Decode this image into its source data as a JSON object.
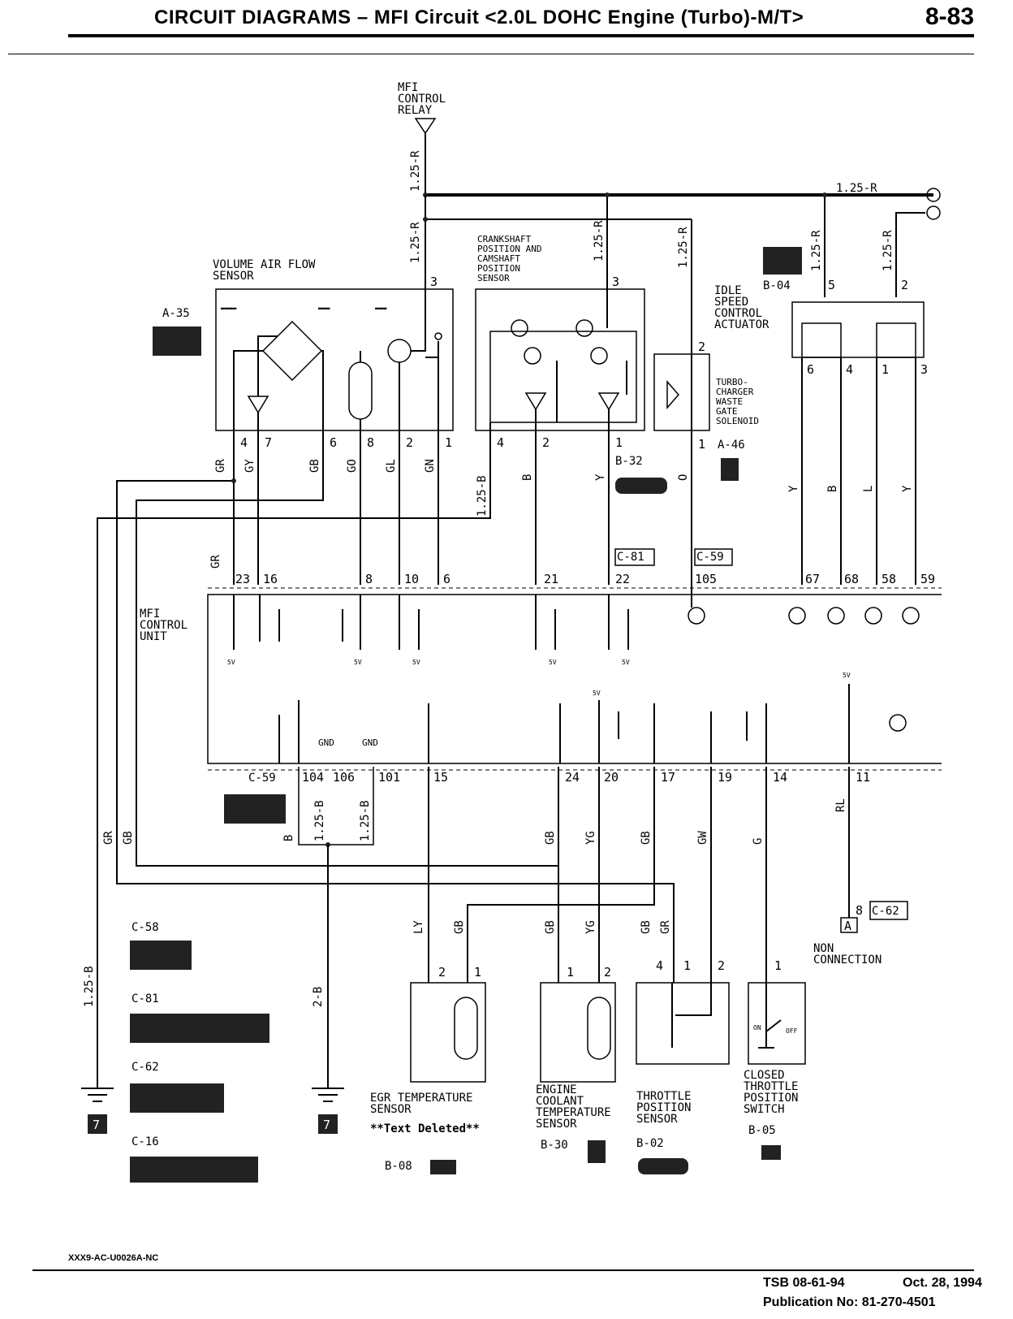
{
  "header": {
    "title": "CIRCUIT DIAGRAMS – MFI Circuit <2.0L DOHC Engine (Turbo)-M/T>",
    "page_number": "8-83"
  },
  "footer": {
    "figure_code": "XXX9-AC-U0026A-NC",
    "tsb": "TSB 08-61-94",
    "date": "Oct. 28, 1994",
    "publication": "Publication No: 81-270-4501"
  },
  "labels": {
    "mfi_relay": [
      "MFI",
      "CONTROL",
      "RELAY"
    ],
    "vaf_sensor": [
      "VOLUME AIR FLOW",
      "SENSOR"
    ],
    "crank_cam_sensor": [
      "CRANKSHAFT",
      "POSITION AND",
      "CAMSHAFT",
      "POSITION",
      "SENSOR"
    ],
    "isc_actuator": [
      "IDLE",
      "SPEED",
      "CONTROL",
      "ACTUATOR"
    ],
    "wastegate": [
      "TURBO-",
      "CHARGER",
      "WASTE",
      "GATE",
      "SOLENOID"
    ],
    "mfi_unit": [
      "MFI",
      "CONTROL",
      "UNIT"
    ],
    "egr_sensor": [
      "EGR TEMPERATURE",
      "SENSOR"
    ],
    "text_deleted": "**Text Deleted**",
    "ect_sensor": [
      "ENGINE",
      "COOLANT",
      "TEMPERATURE",
      "SENSOR"
    ],
    "tps": [
      "THROTTLE",
      "POSITION",
      "SENSOR"
    ],
    "ctps": [
      "CLOSED",
      "THROTTLE",
      "POSITION",
      "SWITCH"
    ],
    "non_connection": [
      "NON",
      "CONNECTION"
    ],
    "gnd_1": "GND",
    "gnd_2": "GND",
    "five_v": "5V",
    "switch_on": "ON",
    "switch_off": "OFF",
    "conn_a": "A"
  },
  "connectors": {
    "a35": "A-35",
    "b04": "B-04",
    "b32": "B-32",
    "a46": "A-46",
    "c81": "C-81",
    "c59": "C-59",
    "c59b": "C-59",
    "c62": "C-62",
    "c58": "C-58",
    "c81b": "C-81",
    "c62b": "C-62",
    "c16": "C-16",
    "b08": "B-08",
    "b30": "B-30",
    "b02": "B-02",
    "b05": "B-05",
    "ground_ref": "7"
  },
  "wires": {
    "r125": "1.25-R",
    "b125": "1.25-B",
    "b2": "2-B",
    "GR": "GR",
    "GY": "GY",
    "GB": "GB",
    "GO": "GO",
    "GL": "GL",
    "GN": "GN",
    "B": "B",
    "Y": "Y",
    "O": "O",
    "L": "L",
    "YG": "YG",
    "GW": "GW",
    "G": "G",
    "RL": "RL",
    "LY": "LY"
  },
  "pins": {
    "vaf": [
      "4",
      "7",
      "6",
      "8",
      "2",
      "1",
      "3"
    ],
    "cps": [
      "4",
      "2",
      "1",
      "3"
    ],
    "wgs": [
      "2",
      "1"
    ],
    "isc": [
      "5",
      "2",
      "6",
      "4",
      "1",
      "3"
    ],
    "ecu_top": [
      "23",
      "16",
      "8",
      "10",
      "6",
      "21",
      "22",
      "105",
      "67",
      "68",
      "58",
      "59"
    ],
    "ecu_bottom": [
      "104",
      "106",
      "101",
      "15",
      "24",
      "20",
      "17",
      "19",
      "14",
      "11"
    ],
    "egr": [
      "2",
      "1"
    ],
    "ect": [
      "1",
      "2"
    ],
    "tps_p": [
      "4",
      "1",
      "2"
    ],
    "ctps_p": [
      "1"
    ],
    "c62_pin": "8"
  }
}
